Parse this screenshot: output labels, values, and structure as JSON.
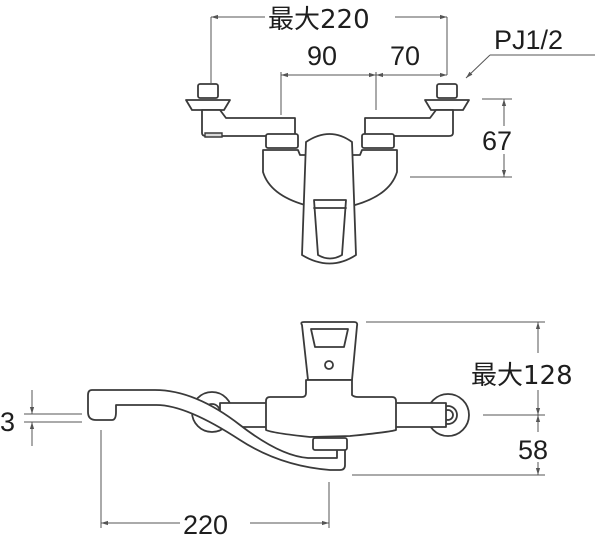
{
  "drawing": {
    "subject": "wall-mounted single-lever mixing faucet",
    "views": [
      "top-view",
      "side-view"
    ],
    "line_color": "#3a3a3a",
    "dimension_color": "#555555"
  },
  "top_view": {
    "overall_width_label": "最大220",
    "left_spacing_label": "90",
    "right_spacing_label": "70",
    "thread_label": "PJ1/2",
    "depth_label": "67"
  },
  "side_view": {
    "max_height_label": "最大128",
    "lower_height_label": "58",
    "spout_reach_label": "220",
    "spout_gap_label": "3"
  }
}
